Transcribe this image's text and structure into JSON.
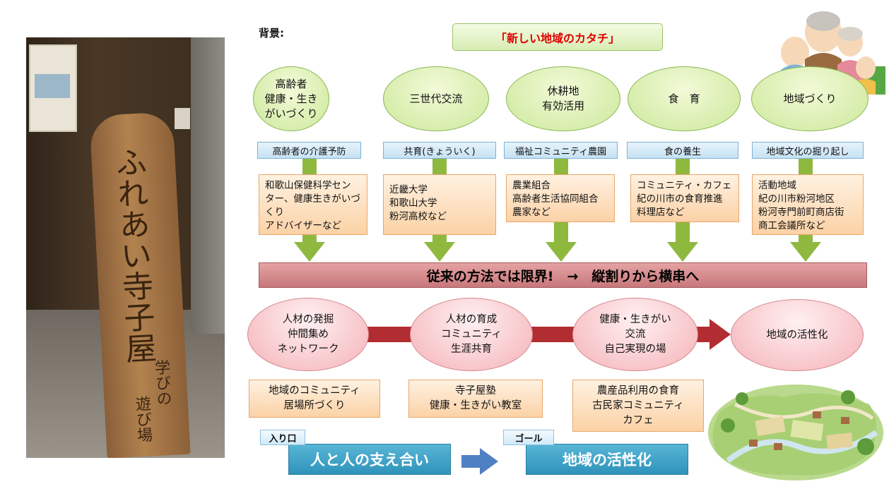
{
  "header": {
    "background_label": "背景:",
    "main_title": "「新しい地域のカタチ」"
  },
  "photo": {
    "sign_main": "ふれあい寺子屋",
    "sign_sub_1": "学びの",
    "sign_sub_2": "遊び場"
  },
  "columns": [
    {
      "oval": "高齢者\n健康・生き\nがいづくり",
      "theme": "高齢者の介護予防",
      "partners": "和歌山保健科学セン\nター、健康生きがいづくり\nアドバイザーなど"
    },
    {
      "oval": "三世代交流",
      "theme": "共育(きょういく)",
      "partners": "近畿大学\n和歌山大学\n粉河高校など"
    },
    {
      "oval": "休耕地\n有効活用",
      "theme": "福祉コミュニティ農園",
      "partners": "農業組合\n高齢者生活協同組合\n農家など"
    },
    {
      "oval": "食　育",
      "theme": "食の養生",
      "partners": "コミュニティ・カフェ\n紀の川市の食育推進\n料理店など"
    },
    {
      "oval": "地域づくり",
      "theme": "地域文化の掘り起し",
      "partners": "活動地域\n紀の川市粉河地区\n粉河寺門前町商店街\n商工会議所など"
    }
  ],
  "band": {
    "text": "従来の方法では限界!　→　縦割りから横串へ"
  },
  "flow": [
    {
      "text": "人材の発掘\n仲間集め\nネットワーク"
    },
    {
      "text": "人材の育成\nコミュニティ\n生涯共育"
    },
    {
      "text": "健康・生きがい\n交流\n自己実現の場"
    },
    {
      "text": "地域の活性化"
    }
  ],
  "activities": [
    {
      "text": "地域のコミュニティ\n居場所づくり"
    },
    {
      "text": "寺子屋塾\n健康・生きがい教室"
    },
    {
      "text": "農産品利用の食育\n古民家コミュニティ\nカフェ"
    }
  ],
  "footer": {
    "entry_tag": "入り口",
    "entry_text": "人と人の支え合い",
    "goal_tag": "ゴール",
    "goal_text": "地域の活性化"
  },
  "colors": {
    "title_red": "#e00000",
    "green_arrow": "#8fb83f",
    "band": "#c8777b",
    "flow_arrow": "#b12d31",
    "goal_blue": "#2f93ba"
  }
}
